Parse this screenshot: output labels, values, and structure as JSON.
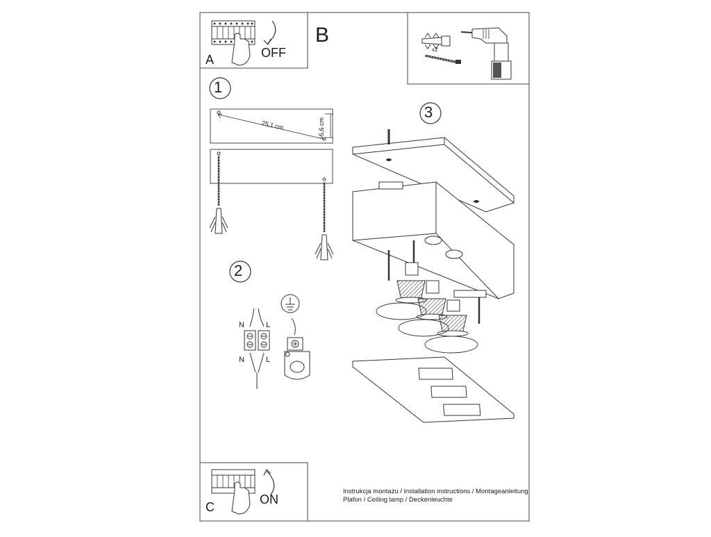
{
  "panels": {
    "a": {
      "label": "A",
      "action": "OFF"
    },
    "b": {
      "label": "B",
      "multiplier": "x2"
    },
    "c": {
      "label": "C",
      "action": "ON"
    }
  },
  "steps": [
    "1",
    "2",
    "3"
  ],
  "dimensions": {
    "width": "25,1 cm",
    "height": "5,6 cm"
  },
  "wiring": {
    "neutral": "N",
    "live": "L"
  },
  "footer": {
    "line1": "Instrukcja montażu / installation instructions / Montageanleitung",
    "line2": "Plafon / Ceiling lamp / Deckenleuchte"
  }
}
